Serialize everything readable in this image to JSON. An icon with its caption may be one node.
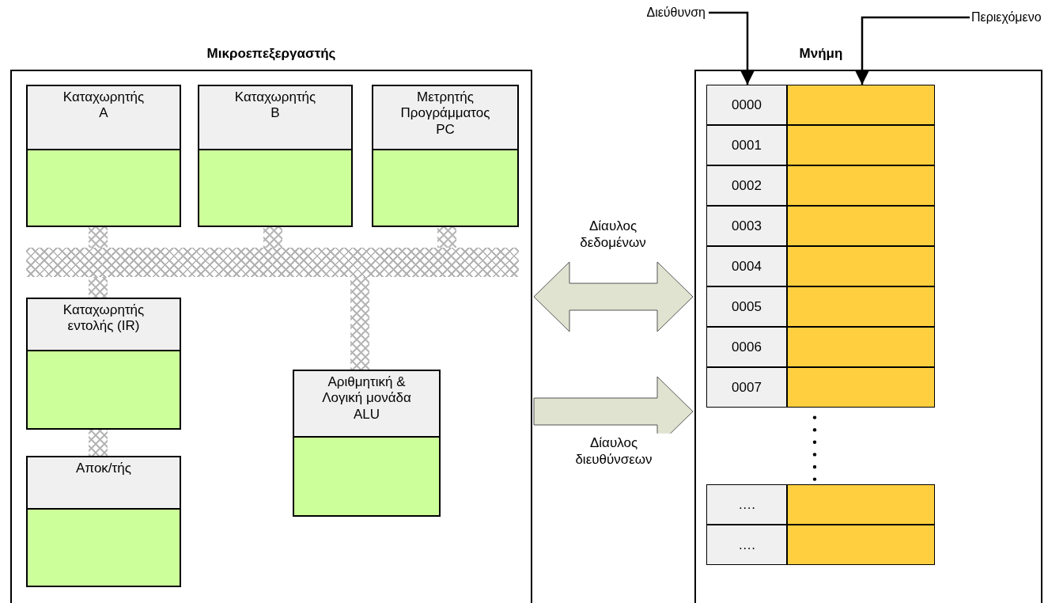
{
  "diagram": {
    "nodes": [
      {
        "text": [
          "Μικροεπεξεργαστής"
        ]
      },
      {
        "text": [
          "Καταχωρητής Α"
        ],
        "in": 0
      },
      {
        "text": [
          "Καταχωρητής Β"
        ],
        "in": 0
      },
      {
        "text": [
          "Μετρητής Προγράμματος PC"
        ],
        "in": 0
      },
      {
        "text": [],
        "shape": "bar",
        "in": 0
      },
      {
        "text": [
          "Καταχωρητής εντολής (IR)"
        ],
        "in": 0
      },
      {
        "text": [
          "Αριθμητική & Λογική μονάδα ALU"
        ],
        "in": 0
      },
      {
        "text": [
          "Αποκ/τής"
        ],
        "in": 0
      },
      {
        "text": [
          "Διεύθυνση"
        ]
      },
      {
        "text": [
          "Περιεχόμενο"
        ]
      },
      {
        "text": [
          "Μνήμη"
        ]
      },
      {
        "text": [
          "0000"
        ],
        "in": 10
      },
      {
        "text": [],
        "shape": "box",
        "in": 10
      },
      {
        "text": [
          "0001"
        ],
        "in": 10
      },
      {
        "text": [],
        "shape": "box",
        "in": 10
      },
      {
        "text": [
          "0002"
        ],
        "in": 10
      },
      {
        "text": [],
        "shape": "box",
        "in": 10
      },
      {
        "text": [
          "0003"
        ],
        "in": 10
      },
      {
        "text": [],
        "shape": "box",
        "in": 10
      },
      {
        "text": [
          "0004"
        ],
        "in": 10
      },
      {
        "text": [],
        "shape": "box",
        "in": 10
      },
      {
        "text": [
          "0005"
        ],
        "in": 10
      },
      {
        "text": [],
        "shape": "box",
        "in": 10
      },
      {
        "text": [
          "0006"
        ],
        "in": 10
      },
      {
        "text": [],
        "shape": "box",
        "in": 10
      },
      {
        "text": [
          "0007"
        ],
        "in": 10
      },
      {
        "text": [],
        "shape": "box",
        "in": 10
      },
      {
        "text": [
          "…."
        ],
        "in": 10
      },
      {
        "text": [],
        "shape": "box",
        "in": 10
      },
      {
        "text": [
          "…."
        ],
        "in": 10
      },
      {
        "text": [],
        "shape": "box",
        "in": 10
      }
    ],
    "edges": [
      {
        "from": 1,
        "to": 4,
        "arrow": "none",
        "style": "thick"
      },
      {
        "from": 2,
        "to": 4,
        "arrow": "none",
        "style": "thick"
      },
      {
        "from": 3,
        "to": 4,
        "arrow": "none",
        "style": "thick"
      },
      {
        "from": 4,
        "to": 5,
        "arrow": "none",
        "style": "thick"
      },
      {
        "from": 4,
        "to": 6,
        "arrow": "none",
        "style": "thick"
      },
      {
        "from": 5,
        "to": 7,
        "arrow": "none",
        "style": "thick"
      },
      {
        "from": 0,
        "to": 10,
        "arrow": "both",
        "label": "Δίαυλος δεδομένων",
        "style": "thick",
        "color": "#dfe3d0"
      },
      {
        "from": 0,
        "to": 10,
        "arrow": "to",
        "label": "Δίαυλος διευθύνσεων",
        "style": "thick",
        "color": "#dfe3d0"
      },
      {
        "from": 8,
        "to": 11,
        "arrow": "to"
      },
      {
        "from": 9,
        "to": 12,
        "arrow": "to"
      }
    ]
  }
}
